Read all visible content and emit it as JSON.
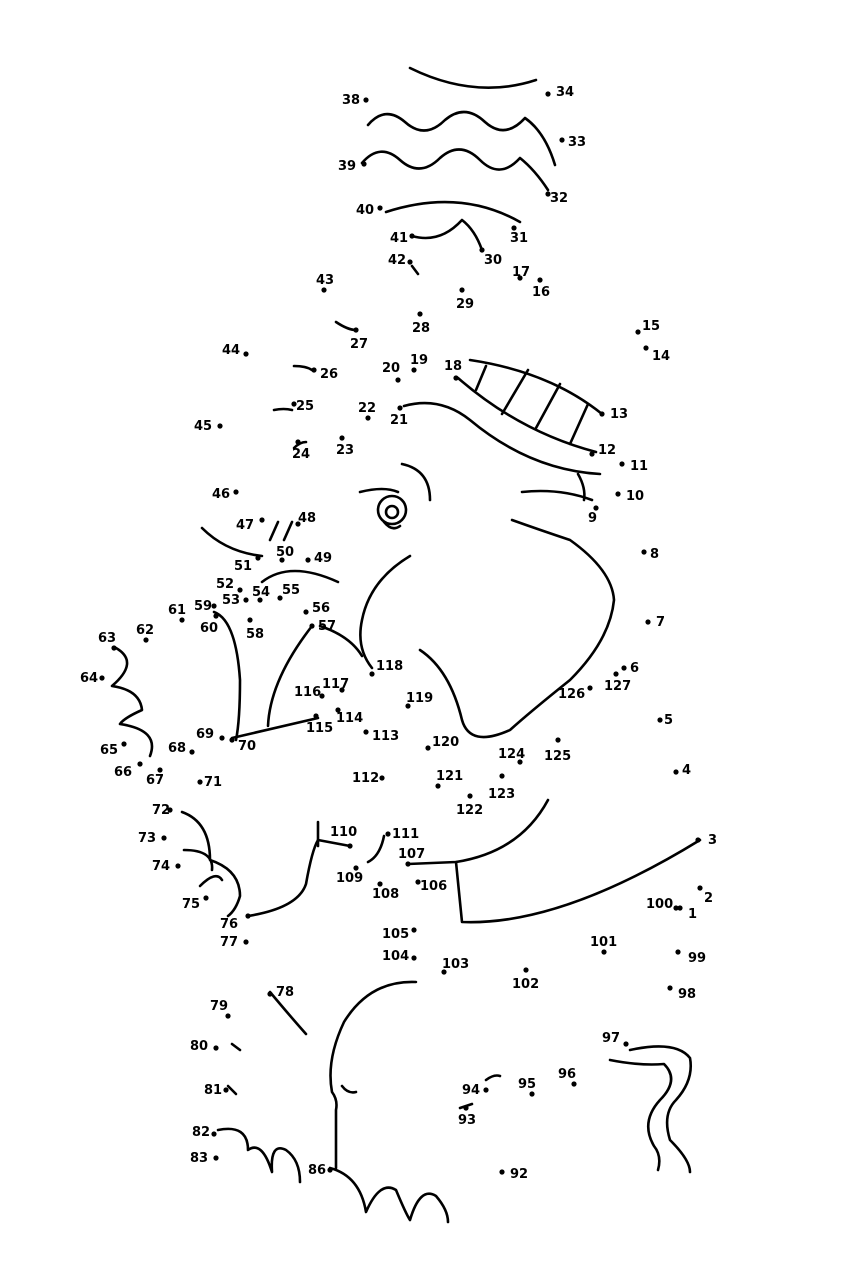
{
  "puzzle": {
    "colors": {
      "ink": "#000000",
      "paper": "#ffffff"
    },
    "dots": [
      {
        "n": "1"
      },
      {
        "n": "2"
      },
      {
        "n": "3"
      },
      {
        "n": "4"
      },
      {
        "n": "5"
      },
      {
        "n": "6"
      },
      {
        "n": "7"
      },
      {
        "n": "8"
      },
      {
        "n": "9"
      },
      {
        "n": "10"
      },
      {
        "n": "11"
      },
      {
        "n": "12"
      },
      {
        "n": "13"
      },
      {
        "n": "14"
      },
      {
        "n": "15"
      },
      {
        "n": "16"
      },
      {
        "n": "17"
      },
      {
        "n": "18"
      },
      {
        "n": "19"
      },
      {
        "n": "20"
      },
      {
        "n": "21"
      },
      {
        "n": "22"
      },
      {
        "n": "23"
      },
      {
        "n": "24"
      },
      {
        "n": "25"
      },
      {
        "n": "26"
      },
      {
        "n": "27"
      },
      {
        "n": "28"
      },
      {
        "n": "29"
      },
      {
        "n": "30"
      },
      {
        "n": "31"
      },
      {
        "n": "32"
      },
      {
        "n": "33"
      },
      {
        "n": "34"
      },
      {
        "n": "38"
      },
      {
        "n": "39"
      },
      {
        "n": "40"
      },
      {
        "n": "41"
      },
      {
        "n": "42"
      },
      {
        "n": "43"
      },
      {
        "n": "44"
      },
      {
        "n": "45"
      },
      {
        "n": "46"
      },
      {
        "n": "47"
      },
      {
        "n": "48"
      },
      {
        "n": "49"
      },
      {
        "n": "50"
      },
      {
        "n": "51"
      },
      {
        "n": "52"
      },
      {
        "n": "53"
      },
      {
        "n": "54"
      },
      {
        "n": "55"
      },
      {
        "n": "56"
      },
      {
        "n": "57"
      },
      {
        "n": "58"
      },
      {
        "n": "59"
      },
      {
        "n": "60"
      },
      {
        "n": "61"
      },
      {
        "n": "62"
      },
      {
        "n": "63"
      },
      {
        "n": "64"
      },
      {
        "n": "65"
      },
      {
        "n": "66"
      },
      {
        "n": "67"
      },
      {
        "n": "68"
      },
      {
        "n": "69"
      },
      {
        "n": "70"
      },
      {
        "n": "71"
      },
      {
        "n": "72"
      },
      {
        "n": "73"
      },
      {
        "n": "74"
      },
      {
        "n": "75"
      },
      {
        "n": "76"
      },
      {
        "n": "77"
      },
      {
        "n": "78"
      },
      {
        "n": "79"
      },
      {
        "n": "80"
      },
      {
        "n": "81"
      },
      {
        "n": "82"
      },
      {
        "n": "83"
      },
      {
        "n": "86"
      },
      {
        "n": "92"
      },
      {
        "n": "93"
      },
      {
        "n": "94"
      },
      {
        "n": "95"
      },
      {
        "n": "96"
      },
      {
        "n": "97"
      },
      {
        "n": "98"
      },
      {
        "n": "99"
      },
      {
        "n": "100"
      },
      {
        "n": "101"
      },
      {
        "n": "102"
      },
      {
        "n": "103"
      },
      {
        "n": "104"
      },
      {
        "n": "105"
      },
      {
        "n": "106"
      },
      {
        "n": "107"
      },
      {
        "n": "108"
      },
      {
        "n": "109"
      },
      {
        "n": "110"
      },
      {
        "n": "111"
      },
      {
        "n": "112"
      },
      {
        "n": "113"
      },
      {
        "n": "114"
      },
      {
        "n": "115"
      },
      {
        "n": "116"
      },
      {
        "n": "117"
      },
      {
        "n": "118"
      },
      {
        "n": "119"
      },
      {
        "n": "120"
      },
      {
        "n": "121"
      },
      {
        "n": "122"
      },
      {
        "n": "123"
      },
      {
        "n": "124"
      },
      {
        "n": "125"
      },
      {
        "n": "126"
      },
      {
        "n": "127"
      }
    ]
  }
}
